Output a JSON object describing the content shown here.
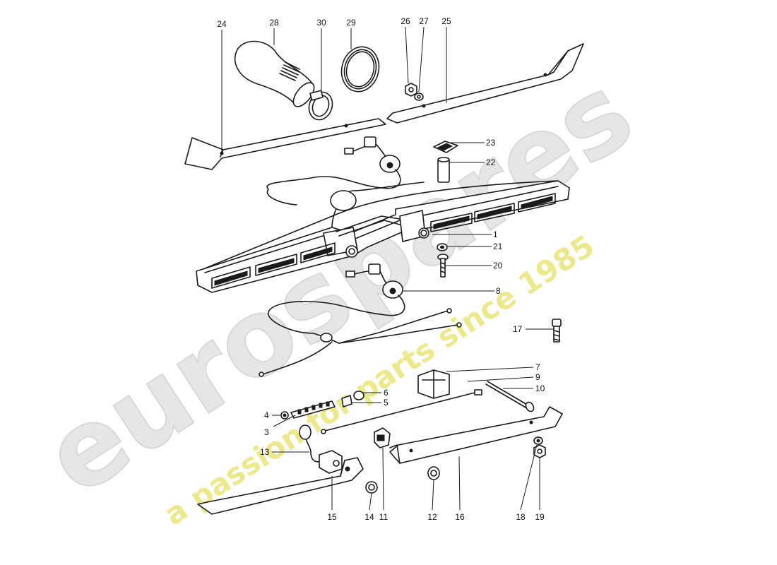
{
  "watermark": {
    "brand": "eurospares",
    "tagline": "a passion for parts since 1985",
    "brand_color": "#e6e6e6",
    "tagline_color": "#ece98a"
  },
  "callouts": [
    {
      "id": "1",
      "text": "1"
    },
    {
      "id": "3",
      "text": "3"
    },
    {
      "id": "4",
      "text": "4"
    },
    {
      "id": "5",
      "text": "5"
    },
    {
      "id": "6",
      "text": "6"
    },
    {
      "id": "7",
      "text": "7"
    },
    {
      "id": "8",
      "text": "8"
    },
    {
      "id": "9",
      "text": "9"
    },
    {
      "id": "10",
      "text": "10"
    },
    {
      "id": "11",
      "text": "11"
    },
    {
      "id": "12",
      "text": "12"
    },
    {
      "id": "13",
      "text": "13"
    },
    {
      "id": "14",
      "text": "14"
    },
    {
      "id": "15",
      "text": "15"
    },
    {
      "id": "16",
      "text": "16"
    },
    {
      "id": "17",
      "text": "17"
    },
    {
      "id": "18",
      "text": "18"
    },
    {
      "id": "19",
      "text": "19"
    },
    {
      "id": "20",
      "text": "20"
    },
    {
      "id": "21",
      "text": "21"
    },
    {
      "id": "22",
      "text": "22"
    },
    {
      "id": "23",
      "text": "23"
    },
    {
      "id": "24",
      "text": "24"
    },
    {
      "id": "25",
      "text": "25"
    },
    {
      "id": "26",
      "text": "26"
    },
    {
      "id": "27",
      "text": "27"
    },
    {
      "id": "28",
      "text": "28"
    },
    {
      "id": "29",
      "text": "29"
    },
    {
      "id": "30",
      "text": "30"
    }
  ],
  "colors": {
    "line": "#1a1a1a",
    "background": "#ffffff"
  }
}
